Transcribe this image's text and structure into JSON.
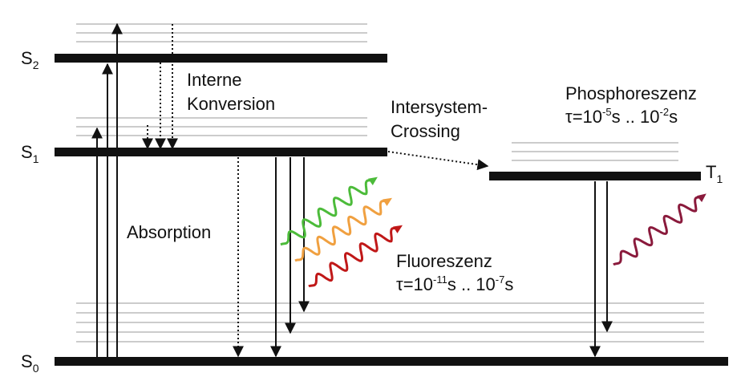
{
  "states": {
    "s0": {
      "base": "S",
      "sub": "0"
    },
    "s1": {
      "base": "S",
      "sub": "1"
    },
    "s2": {
      "base": "S",
      "sub": "2"
    },
    "t1": {
      "base": "T",
      "sub": "1"
    }
  },
  "labels": {
    "interne_line1": "Interne",
    "interne_line2": "Konversion",
    "isc_line1": "Intersystem-",
    "isc_line2": "Crossing",
    "absorption": "Absorption",
    "fluoreszenz": "Fluoreszenz",
    "phosphoreszenz": "Phosphoreszenz"
  },
  "lifetimes": {
    "fluoreszenz": {
      "tau": "τ=10",
      "exp1": "-11",
      "mid": "s .. 10",
      "exp2": "-7",
      "end": "s"
    },
    "phosphoreszenz": {
      "tau": "τ=10",
      "exp1": "-5",
      "mid": "s .. 10",
      "exp2": "-2",
      "end": "s"
    }
  },
  "colors": {
    "level": "#111111",
    "vibrational_level": "#cccccc",
    "arrow": "#111111",
    "fluor_green": "#4cbb3a",
    "fluor_orange": "#f0a040",
    "fluor_red": "#c01818",
    "phos_wave": "#8a1a3c"
  }
}
